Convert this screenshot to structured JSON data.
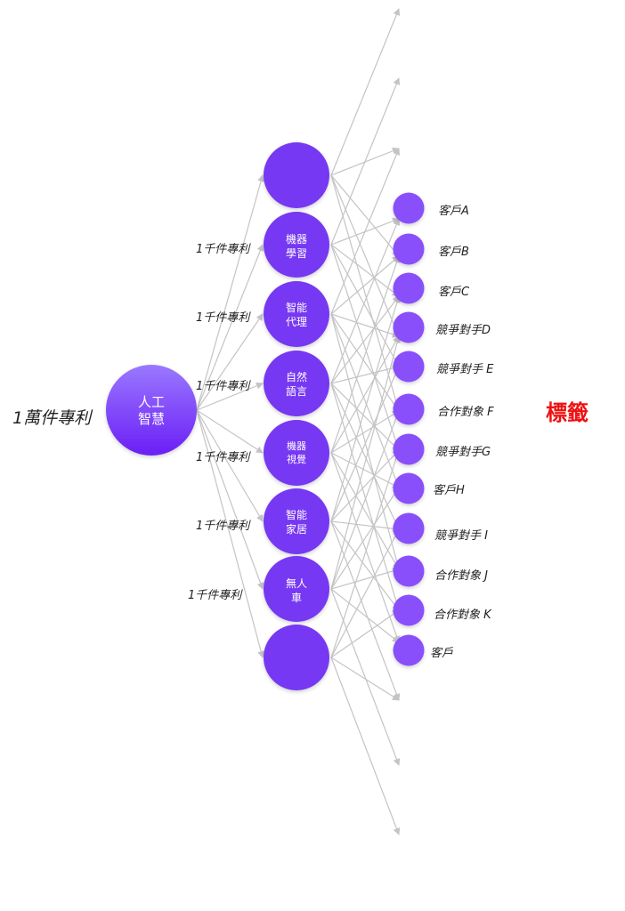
{
  "root": {
    "line1": "人工",
    "line2": "智慧",
    "label": "1萬件專利"
  },
  "categories": [
    {
      "line1": "",
      "line2": "",
      "label": ""
    },
    {
      "line1": "機器",
      "line2": "學習",
      "label": "1千件專利"
    },
    {
      "line1": "智能",
      "line2": "代理",
      "label": "1千件專利"
    },
    {
      "line1": "自然",
      "line2": "語言",
      "label": "1千件專利"
    },
    {
      "line1": "機器",
      "line2": "視覺",
      "label": "1千件專利"
    },
    {
      "line1": "智能",
      "line2": "家居",
      "label": "1千件專利"
    },
    {
      "line1": "無人",
      "line2": "車",
      "label": "1千件專利"
    },
    {
      "line1": "",
      "line2": "",
      "label": ""
    }
  ],
  "tags": [
    {
      "label": "客戶A"
    },
    {
      "label": "客戶B"
    },
    {
      "label": "客戶C"
    },
    {
      "label": "競爭對手D"
    },
    {
      "label": "競爭對手 E"
    },
    {
      "label": "合作對象 F"
    },
    {
      "label": "競爭對手G"
    },
    {
      "label": "客戶H"
    },
    {
      "label": "競爭對手 I"
    },
    {
      "label": "合作對象 J"
    },
    {
      "label": "合作對象 K"
    },
    {
      "label": "客戶"
    }
  ],
  "tags_title": "標籤",
  "colors": {
    "root_top": "#9a78ff",
    "root_bottom": "#6a1ff5",
    "category": "#7638f2",
    "tag": "#8950fb",
    "edge": "#c4c4c4",
    "title": "#ee1111"
  }
}
